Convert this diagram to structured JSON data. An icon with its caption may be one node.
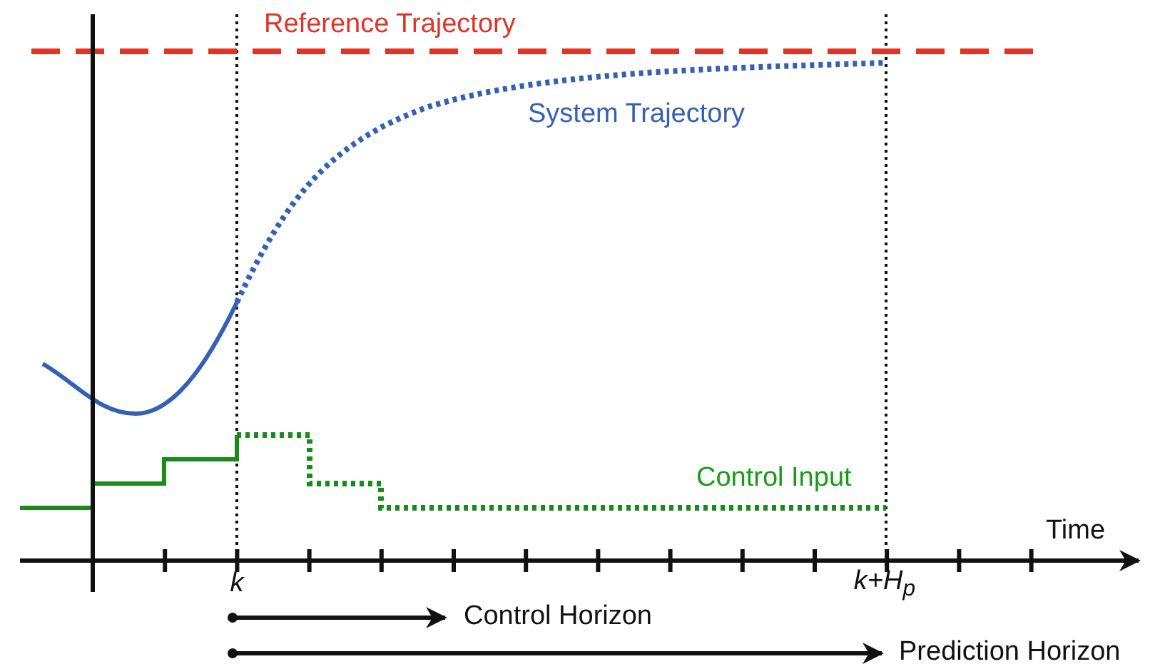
{
  "diagram": {
    "labels": [
      "Reference Trajectory",
      "System Trajectory",
      "Control Input",
      "Time",
      "k",
      "k+H$_{p}$",
      "Control Horizon",
      "Prediction Horizon"
    ]
  }
}
